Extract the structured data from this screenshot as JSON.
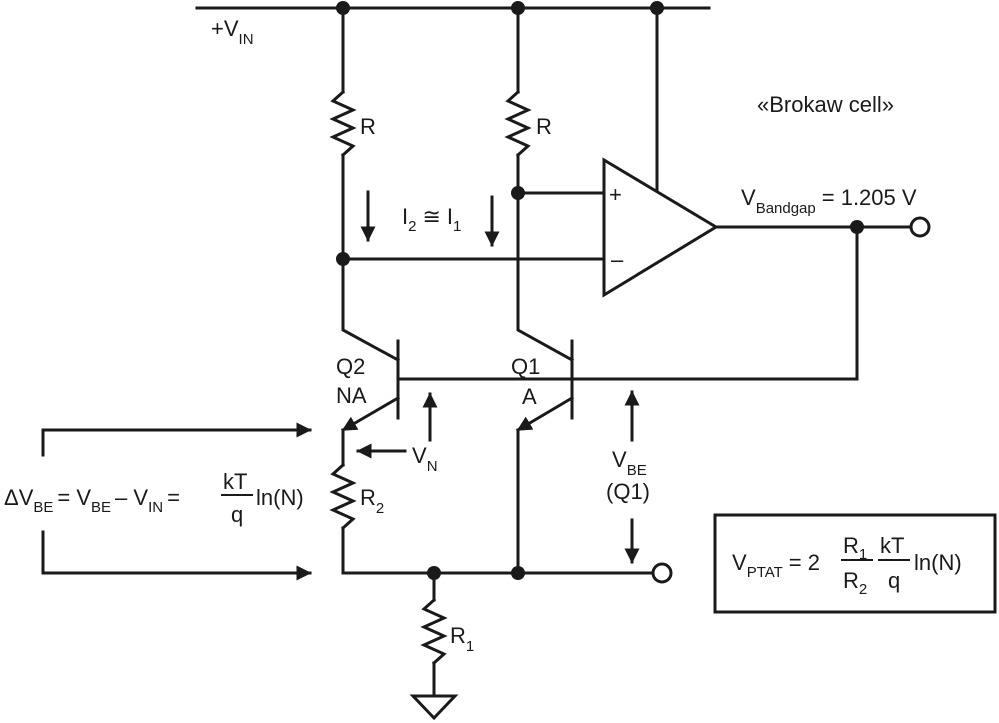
{
  "title": "«Brokaw cell»",
  "supply": {
    "prefix": "+V",
    "sub": "IN"
  },
  "resistors": {
    "r_left": "R",
    "r_right": "R",
    "r2": {
      "main": "R",
      "sub": "2"
    },
    "r1": {
      "main": "R",
      "sub": "1"
    }
  },
  "currents": {
    "i2": "I",
    "i2_sub": "2",
    "approx": "≅",
    "i1": "I",
    "i1_sub": "1"
  },
  "opamp": {
    "plus": "+",
    "minus": "–"
  },
  "output": {
    "prefix": "V",
    "sub": "Bandgap",
    "value": "= 1.205 V"
  },
  "transistors": {
    "q2_name": "Q2",
    "q2_area": "NA",
    "q1_name": "Q1",
    "q1_area": "A"
  },
  "vn": {
    "main": "V",
    "sub": "N"
  },
  "vbe": {
    "main": "V",
    "sub": "BE",
    "paren": "(Q1)"
  },
  "delta_eq": {
    "lhs_prefix": "ΔV",
    "lhs_sub": "BE",
    "eq1": "= V",
    "eq1_sub": "BE",
    "minus": "– V",
    "minus_sub": "IN",
    "eq2": "=",
    "num": "kT",
    "den": "q",
    "tail": "ln(N)"
  },
  "ptat_eq": {
    "lhs": "V",
    "lhs_sub": "PTAT",
    "eq": "= 2",
    "num1": "R",
    "num1_sub": "1",
    "den1": "R",
    "den1_sub": "2",
    "num2": "kT",
    "den2": "q",
    "tail": "ln(N)"
  }
}
